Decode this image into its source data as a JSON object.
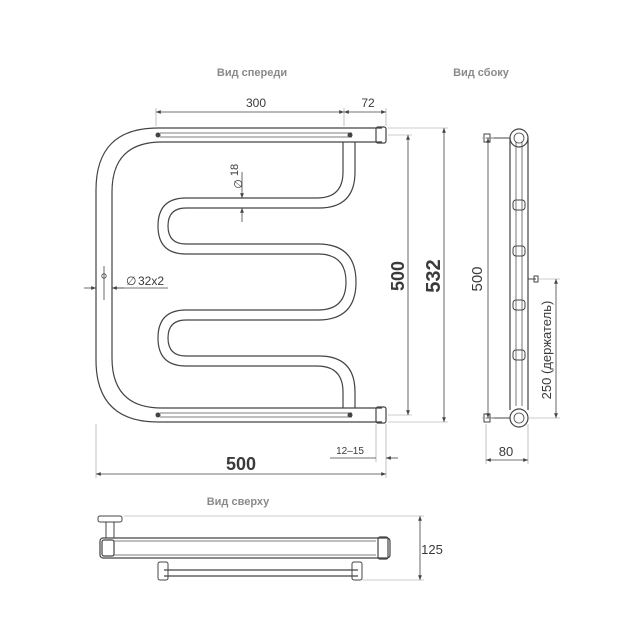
{
  "views": {
    "front": "Вид спереди",
    "side": "Вид сбоку",
    "top": "Вид сверху"
  },
  "dimensions": {
    "top_left": "300",
    "top_right": "72",
    "pipe_small": "18",
    "pipe_large": "32х2",
    "height_inner": "500",
    "height_total": "532",
    "width_total": "500",
    "gap": "12–15",
    "side_height": "500",
    "holder": "250 (держатель)",
    "depth": "80",
    "top_depth": "125"
  },
  "symbols": {
    "diameter": "∅"
  }
}
